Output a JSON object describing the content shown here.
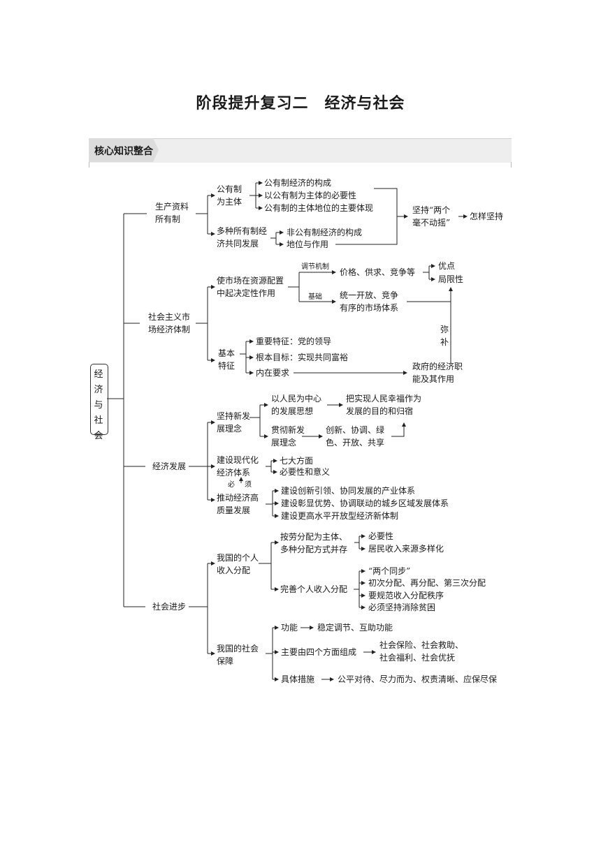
{
  "title": "阶段提升复习二　经济与社会",
  "section": "核心知识整合",
  "root": "经济与社会",
  "n": {
    "b1": "生产资料\n所有制",
    "b1a": "公有制\n为主体",
    "b1a1": "公有制经济的构成",
    "b1a2": "以公有制为主体的必要性",
    "b1a3": "公有制的主体地位的主要体现",
    "b1b": "多种所有制经\n济共同发展",
    "b1b1": "非公有制经济的构成",
    "b1b2": "地位与作用",
    "b1c": "坚持“两个\n毫不动摇”",
    "b1d": "怎样坚持",
    "b2": "社会主义市\n场经济体制",
    "b2a": "使市场在资源配置\n中起决定性作用",
    "b2a_l1": "调节机制",
    "b2a1": "价格、供求、竞争等",
    "b2a1a": "优点",
    "b2a1b": "局限性",
    "b2a_l2": "基础",
    "b2a2": "统一开放、竞争\n有序的市场体系",
    "b2b": "基本\n特征",
    "b2b1": "重要特征：党的领导",
    "b2b2": "根本目标：实现共同富裕",
    "b2b3": "内在要求",
    "b2c": "弥\n补",
    "b2d": "政府的经济职\n能及其作用",
    "b3": "经济发展",
    "b3a": "坚持新发\n展理念",
    "b3a1": "以人民为中心\n的发展思想",
    "b3a1a": "把实现人民幸福作为\n发展的目的和归宿",
    "b3a2": "贯彻新发\n展理念",
    "b3a2a": "创新、协调、绿\n色、开放、共享",
    "b3b": "建设现代化\n经济体系",
    "b3b1": "七大方面",
    "b3b2": "必要性和意义",
    "b3c_l": "必",
    "b3c_l2": "须",
    "b3c": "推动经济高\n质量发展",
    "b3c1": "建设创新引领、协同发展的产业体系",
    "b3c2": "建设彰显优势、协调联动的城乡区域发展体系",
    "b3c3": "建设更高水平开放型经济新体制",
    "b4": "社会进步",
    "b4a": "我国的个人\n收入分配",
    "b4a1": "按劳分配为主体、\n多种分配方式并存",
    "b4a1a": "必要性",
    "b4a1b": "居民收入来源多样化",
    "b4a2": "完善个人收入分配",
    "b4a2a": "“两个同步”",
    "b4a2b": "初次分配、再分配、第三次分配",
    "b4a2c": "要规范收入分配秩序",
    "b4a2d": "必须坚持消除贫困",
    "b4b": "我国的社会\n保障",
    "b4b1": "功能",
    "b4b1a": "稳定调节、互助功能",
    "b4b2": "主要由四个方面组成",
    "b4b2a": "社会保险、社会救助、\n社会福利、社会优抚",
    "b4b3": "具体措施",
    "b4b3a": "公平对待、尽力而为、权责清晰、应保尽保"
  }
}
